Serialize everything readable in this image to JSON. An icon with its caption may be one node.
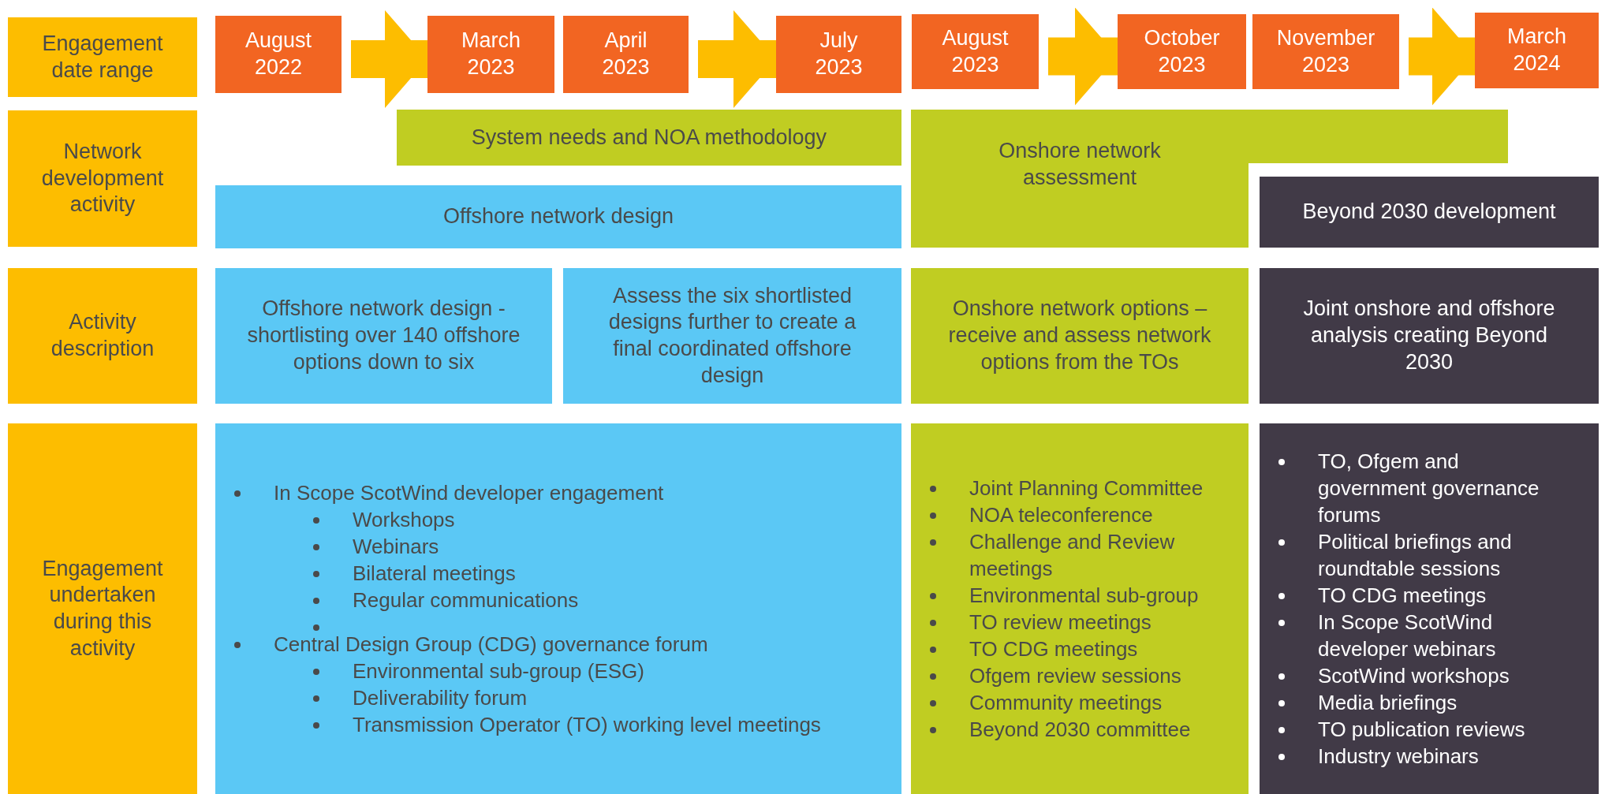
{
  "diagram": {
    "nodes": [
      {
        "text": [
          "Engagement date range"
        ]
      },
      {
        "text": [
          "Network development activity"
        ]
      },
      {
        "text": [
          "Activity description"
        ]
      },
      {
        "text": [
          "Engagement undertaken during this activity"
        ]
      },
      {
        "text": [
          "August 2022"
        ]
      },
      {
        "text": [
          "March 2023"
        ]
      },
      {
        "text": [
          "April 2023"
        ]
      },
      {
        "text": [
          "July 2023"
        ]
      },
      {
        "text": [
          "August 2023"
        ]
      },
      {
        "text": [
          "October 2023"
        ]
      },
      {
        "text": [
          "November 2023"
        ]
      },
      {
        "text": [
          "March 2024"
        ]
      },
      {
        "text": [
          "System needs and NOA methodology"
        ]
      },
      {
        "text": [
          "Onshore network assessment"
        ]
      },
      {
        "text": [
          "Offshore network design"
        ]
      },
      {
        "text": [
          "Beyond 2030 development"
        ]
      },
      {
        "text": [
          "Offshore network design - shortlisting over 140 offshore options down to six"
        ]
      },
      {
        "text": [
          "Assess the six shortlisted designs further to create a final coordinated offshore design"
        ]
      },
      {
        "text": [
          "Onshore network options – receive and assess network options from the TOs"
        ]
      },
      {
        "text": [
          "Joint onshore and offshore analysis creating Beyond 2030"
        ]
      },
      {
        "text": [
          "In Scope ScotWind developer engagement",
          "Workshops",
          "Webinars",
          "Bilateral meetings",
          "Regular communications",
          "Central Design Group (CDG) governance forum",
          "Environmental sub-group (ESG)",
          "Deliverability forum",
          "Transmission Operator (TO) working level meetings"
        ]
      },
      {
        "text": [
          "Joint Planning Committee",
          "NOA teleconference",
          "Challenge and Review meetings",
          "Environmental sub-group",
          "TO review meetings",
          "TO CDG meetings",
          "Ofgem review sessions",
          "Community meetings",
          "Beyond 2030 committee"
        ]
      },
      {
        "text": [
          "TO, Ofgem and government governance forums",
          "Political briefings and roundtable sessions",
          "TO CDG meetings",
          "In Scope ScotWind developer webinars",
          "ScotWind workshops",
          "Media briefings",
          "TO publication reviews",
          "Industry webinars"
        ]
      }
    ],
    "edges": [
      {
        "from": 4,
        "to": 5,
        "arrow": "to"
      },
      {
        "from": 6,
        "to": 7,
        "arrow": "to"
      },
      {
        "from": 8,
        "to": 9,
        "arrow": "to"
      },
      {
        "from": 10,
        "to": 11,
        "arrow": "to"
      }
    ]
  }
}
